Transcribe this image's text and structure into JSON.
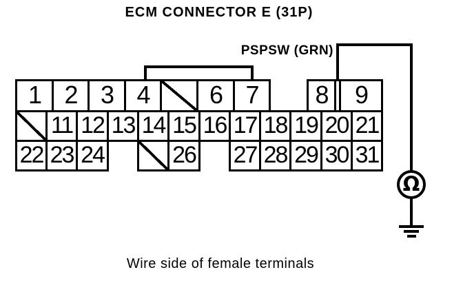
{
  "title": "ECM CONNECTOR E (31P)",
  "wire_label": "PSPSW (GRN)",
  "caption": "Wire side of female terminals",
  "meter": {
    "symbol": "Ω",
    "name": "ohmmeter"
  },
  "colors": {
    "ink": "#000000",
    "paper": "#ffffff"
  },
  "connector": {
    "name": "ECM Connector E",
    "pin_count": 31,
    "rows": [
      {
        "cells": [
          {
            "label": "1"
          },
          {
            "label": "2"
          },
          {
            "label": "3"
          },
          {
            "label": "4"
          },
          {
            "slash": true
          },
          {
            "label": "6"
          },
          {
            "label": "7"
          },
          {
            "label": "8"
          },
          {
            "label": "9"
          }
        ]
      },
      {
        "cells": [
          {
            "slash": true
          },
          {
            "label": "11"
          },
          {
            "label": "12"
          },
          {
            "label": "13"
          },
          {
            "label": "14"
          },
          {
            "label": "15"
          },
          {
            "label": "16"
          },
          {
            "label": "17"
          },
          {
            "label": "18"
          },
          {
            "label": "19"
          },
          {
            "label": "20"
          },
          {
            "label": "21"
          }
        ]
      },
      {
        "cells": [
          {
            "label": "22"
          },
          {
            "label": "23"
          },
          {
            "label": "24"
          },
          {
            "slash": true
          },
          {
            "label": "26"
          },
          {
            "label": "27"
          },
          {
            "label": "28"
          },
          {
            "label": "29"
          },
          {
            "label": "30"
          },
          {
            "label": "31"
          }
        ]
      }
    ]
  }
}
